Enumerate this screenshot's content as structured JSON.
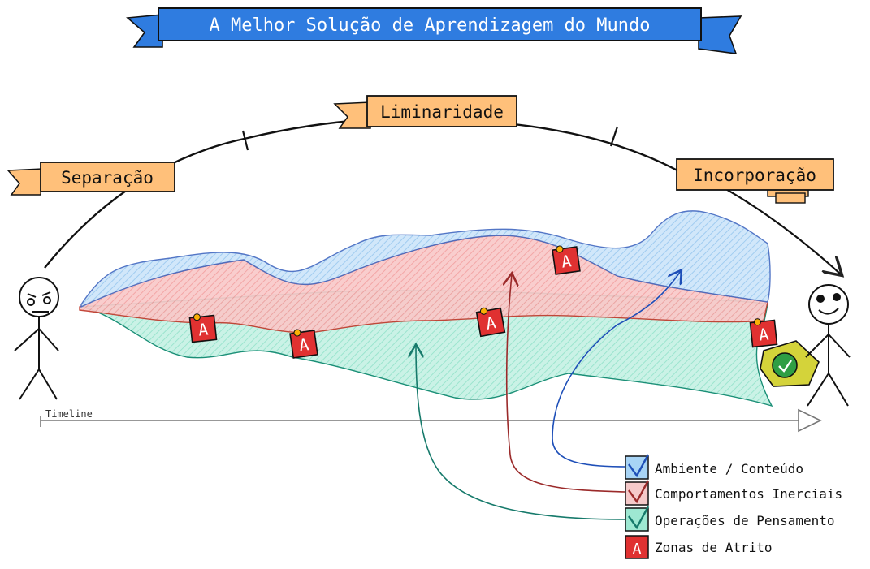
{
  "title": "A Melhor Solução de Aprendizagem do Mundo",
  "stages": {
    "separation": "Separação",
    "liminality": "Liminaridade",
    "incorporation": "Incorporação"
  },
  "timeline_label": "Timeline",
  "legend": [
    {
      "label": "Ambiente / Conteúdo",
      "color": "#1e4fb8"
    },
    {
      "label": "Comportamentos Inerciais",
      "color": "#9b2a2a"
    },
    {
      "label": "Operações de Pensamento",
      "color": "#167a6b"
    },
    {
      "label": "Zonas de Atrito",
      "color": "#e03131"
    }
  ],
  "friction_marker": "A",
  "colors": {
    "banner": "#2f7ce0",
    "tag": "#ffc07a",
    "blue_fill": "#a8d4f5",
    "red_fill": "#f5a3a3",
    "teal_fill": "#9ee8d2",
    "check_badge": "#2f9e44",
    "check_tag": "#d4d33a"
  }
}
